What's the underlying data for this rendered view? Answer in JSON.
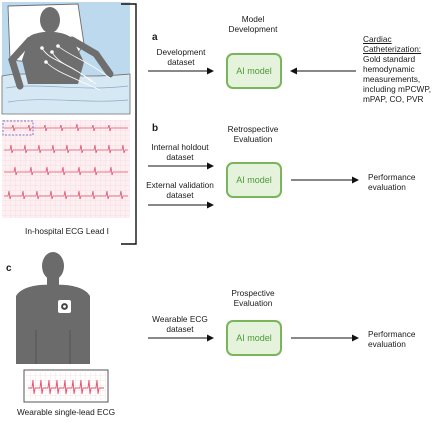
{
  "panels": {
    "a": {
      "letter": "a",
      "title_lines": [
        "Model",
        "Development"
      ],
      "input_lines": [
        "Development",
        "dataset"
      ],
      "model_label": "AI model",
      "source_title_lines": [
        "Cardiac",
        "Catheterization:"
      ],
      "source_desc_lines": [
        "Gold standard",
        "hemodynamic",
        "measurements,",
        "including mPCWP,",
        "mPAP, CO, PVR"
      ]
    },
    "b": {
      "letter": "b",
      "title_lines": [
        "Retrospective",
        "Evaluation"
      ],
      "input1_lines": [
        "Internal holdout",
        "dataset"
      ],
      "input2_lines": [
        "External validation",
        "dataset"
      ],
      "model_label": "AI model",
      "output_lines": [
        "Performance",
        "evaluation"
      ]
    },
    "c": {
      "letter": "c",
      "title_lines": [
        "Prospective",
        "Evaluation"
      ],
      "input_lines": [
        "Wearable ECG",
        "dataset"
      ],
      "model_label": "AI model",
      "output_lines": [
        "Performance",
        "evaluation"
      ]
    }
  },
  "captions": {
    "inhospital": "In-hospital ECG Lead I",
    "wearable": "Wearable single-lead ECG"
  },
  "colors": {
    "box_border": "#7ab55c",
    "box_fill": "#e5f2dc",
    "box_text": "#4e9a35",
    "ecg_trace": "#e0526b",
    "ecg_grid": "#f6c9d1",
    "highlight": "#7b74c9",
    "bed": "#bcd9ee",
    "patient": "#6e6e6e"
  }
}
